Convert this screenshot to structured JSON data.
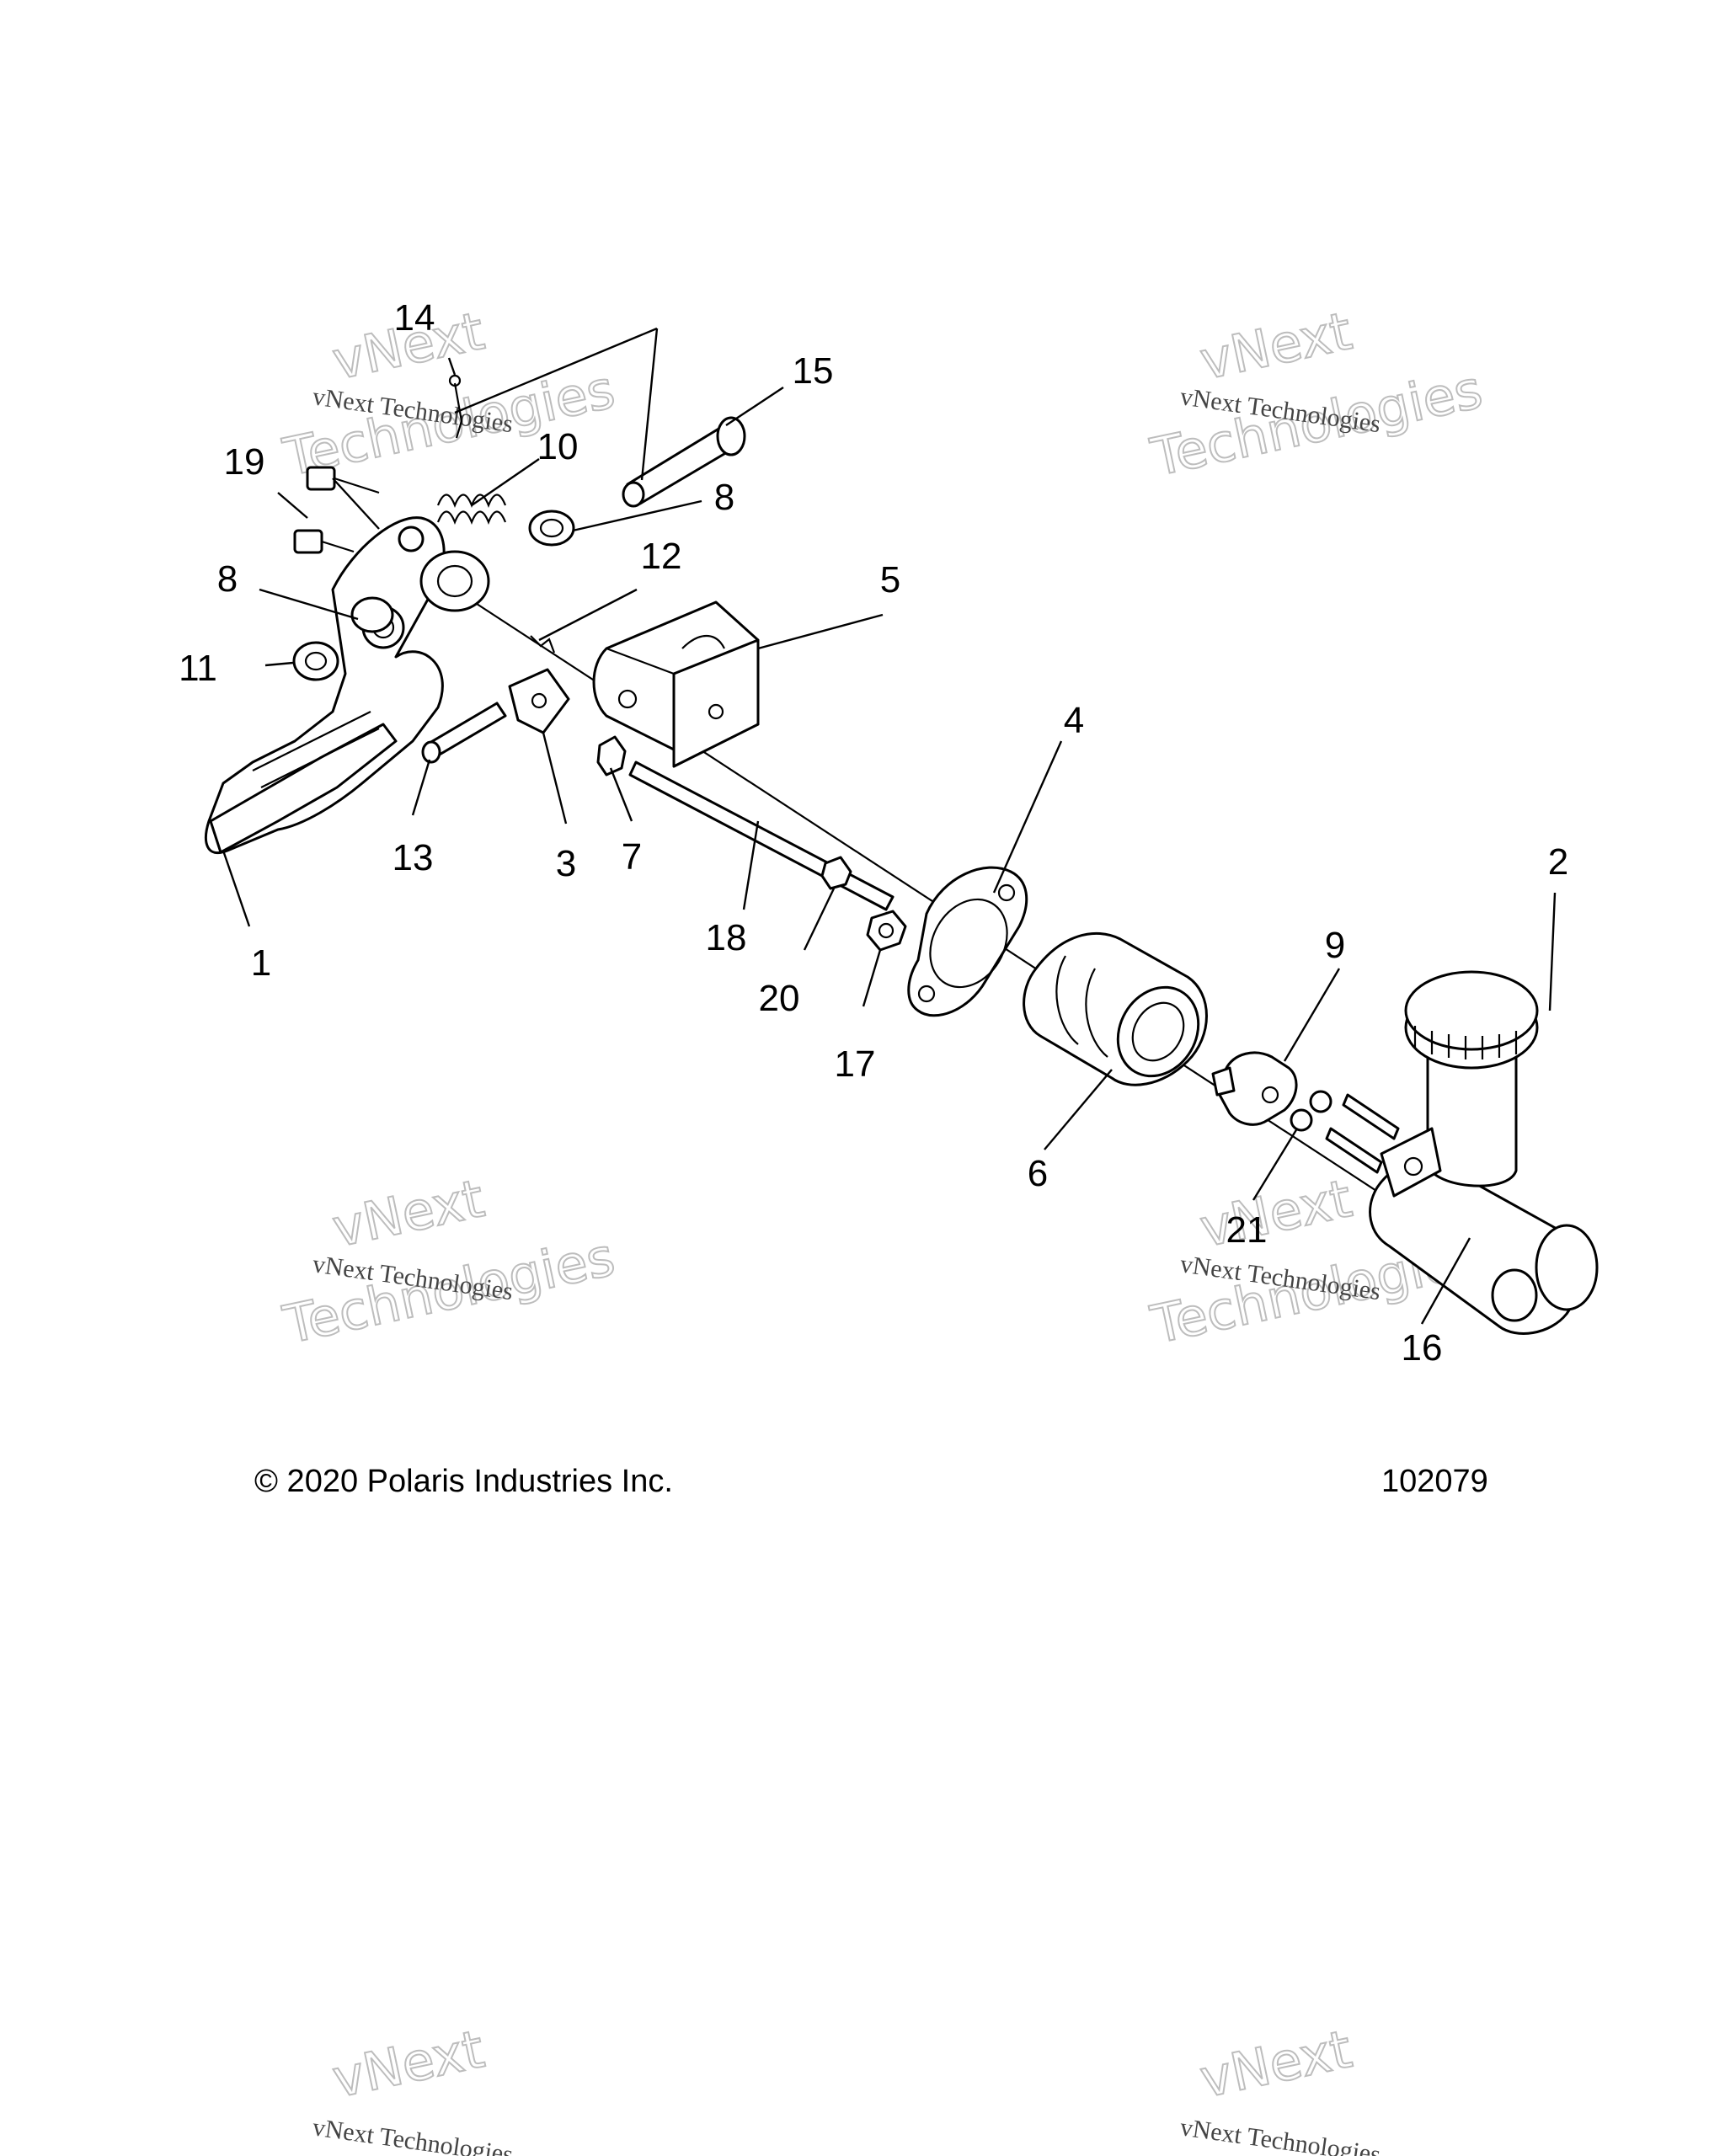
{
  "footer": {
    "copyright": "© 2020 Polaris Industries Inc.",
    "figure_number": "102079"
  },
  "watermark": {
    "line1": "vNext Technologies",
    "line2_a": "vNext",
    "line2_b": "Technologies"
  },
  "callouts": [
    "1",
    "2",
    "3",
    "4",
    "5",
    "6",
    "7",
    "8",
    "8",
    "9",
    "10",
    "11",
    "12",
    "13",
    "14",
    "15",
    "16",
    "17",
    "18",
    "19",
    "20",
    "21"
  ]
}
